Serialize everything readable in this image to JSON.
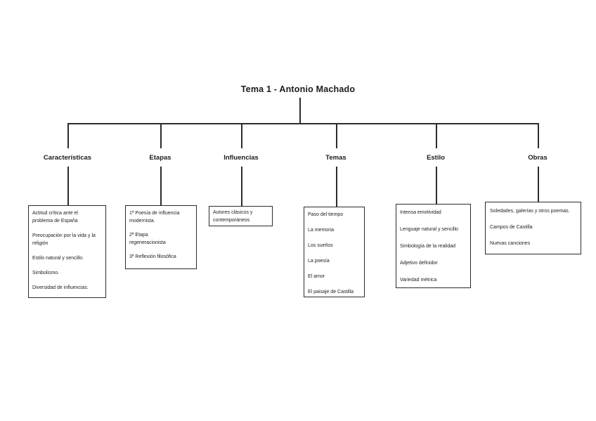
{
  "colors": {
    "page_background": "#ffffff",
    "ink": "#1c1c1c",
    "line": "#2c2c2c"
  },
  "title": "Tema 1 - Antonio Machado",
  "branches": [
    {
      "label": "Características",
      "items": [
        "Actitud crítica ante el problema de España",
        "Preocupación por la vida y la religión",
        "Estilo natural y sencillo.",
        "Simbolismo.",
        "Diversidad de influencias."
      ]
    },
    {
      "label": "Etapas",
      "items": [
        "1ª Poesía de influencia modernista.",
        "2ª Etapa regeneracionista",
        "3ª Reflexión filosófica"
      ]
    },
    {
      "label": "Influencias",
      "items": [
        "Autores clásicos y contemporáneos"
      ]
    },
    {
      "label": "Temas",
      "items": [
        "Paso del tiempo",
        "La memoria",
        "Los sueños",
        "La poesía",
        "El amor",
        "El paisaje de Castilla"
      ]
    },
    {
      "label": "Estilo",
      "items": [
        "Intensa emotividad",
        "Lenguaje natural y sencillo",
        "Simbología de la realidad",
        "Adjetivo definidor",
        "Variedad métrica"
      ]
    },
    {
      "label": "Obras",
      "items": [
        "Soledades, galerías y otros poemas.",
        "Campos de Castilla",
        "Nuevas canciones"
      ]
    }
  ]
}
